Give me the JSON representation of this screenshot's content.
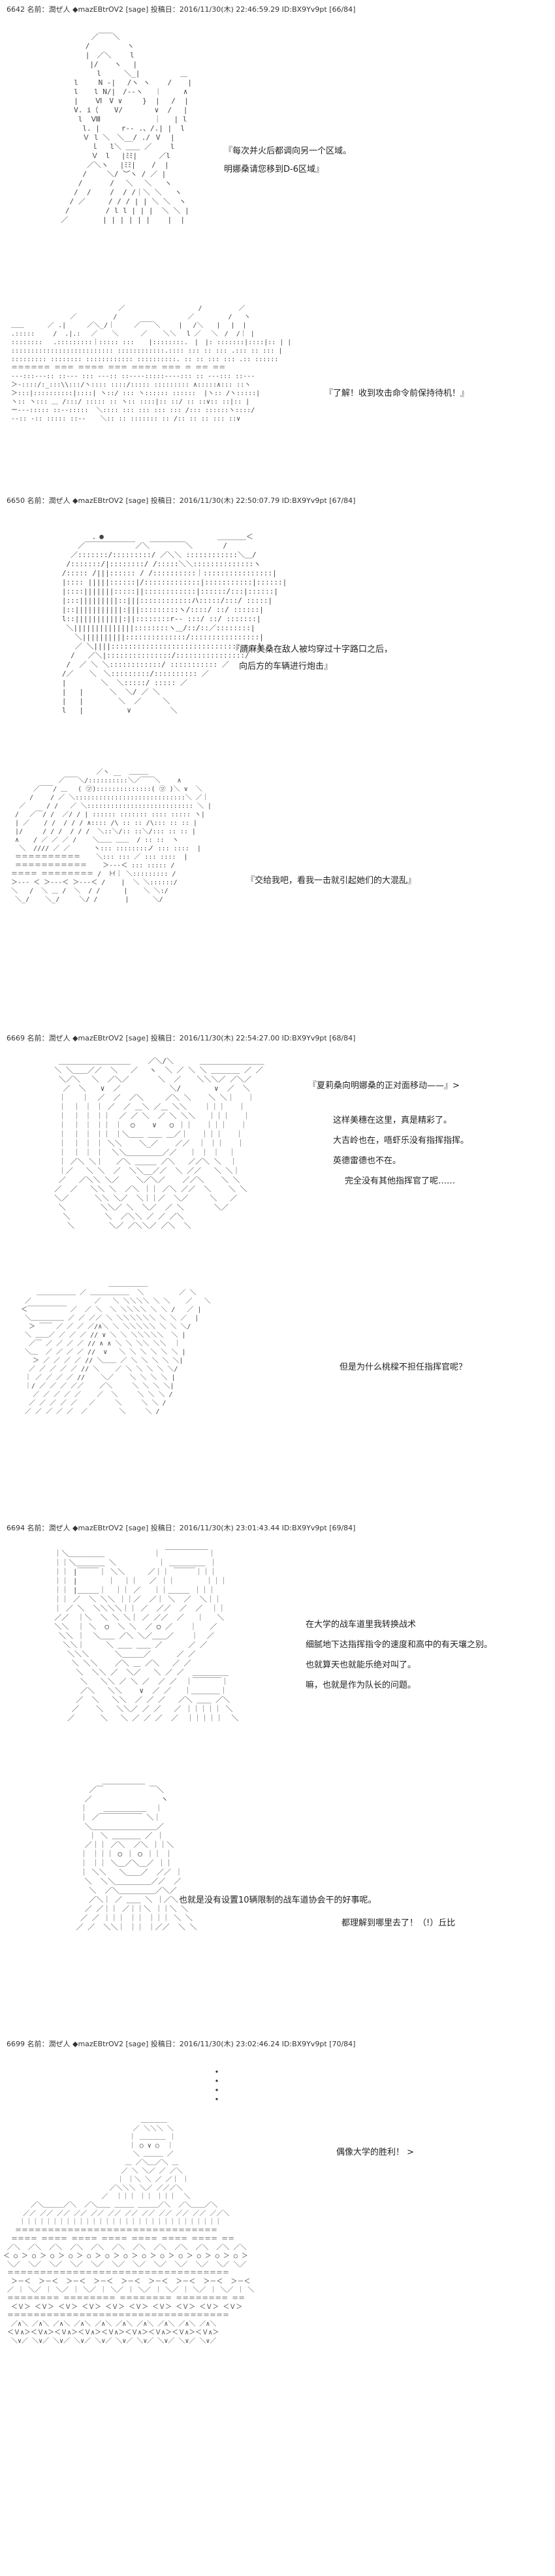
{
  "posts": [
    {
      "header": "6642 名前：潤ぜ人 ◆mazEBtrOV2 [sage] 投稿日：2016/11/30(木) 22:46:59.29 ID:BX9Yv9pt [66/84]",
      "lines": [
        "『每次并火后都调向另一个区域。",
        "明娜桑请您移到D-6区域』",
        "『了解！收到攻击命令前保持待机！』"
      ]
    },
    {
      "header": "6650 名前：潤ぜ人 ◆mazEBtrOV2 [sage] 投稿日：2016/11/30(木) 22:50:07.79 ID:BX9Yv9pt [67/84]",
      "lines": [
        "『請麻美桑在敌人被均穿过十字路口之后，",
        "向后方的车辆进行炮击』",
        "『交给我吧，看我一击就引起她们的大混乱』"
      ]
    },
    {
      "header": "6669 名前：潤ぜ人 ◆mazEBtrOV2 [sage] 投稿日：2016/11/30(木) 22:54:27.00 ID:BX9Yv9pt [68/84]",
      "lines": [
        "『夏莉桑向明娜桑的正对面移动——』>",
        "这样美穗在这里，真是精彩了。",
        "大吉岭也在，唔虾乐没有指挥指挥。",
        "英德雷德也不在。",
        "完全没有其他指挥官了呢……",
        "但是为什么桃樑不担任指挥官呢？"
      ]
    },
    {
      "header": "6694 名前：潤ぜ人 ◆mazEBtrOV2 [sage] 投稿日：2016/11/30(木) 23:01:43.44 ID:BX9Yv9pt [69/84]",
      "lines": [
        "在大学的战车道里我转换战术",
        "细腻地下达指挥指令的速度和高中的有天壤之别。",
        "也就算天也就能乐绝对叫了。",
        "嘛，也就是作为队长的问题。",
        "也就是没有设置10辆限制的战车道协会干的好事呢。",
        "都理解到哪里去了！（!）丘比"
      ]
    },
    {
      "header": "6699 名前：潤ぜ人 ◆mazEBtrOV2 [sage] 投稿日：2016/11/30(木) 23:02:46.24 ID:BX9Yv9pt [70/84]",
      "lines": [
        "偶像大学的胜利！ >"
      ]
    }
  ]
}
